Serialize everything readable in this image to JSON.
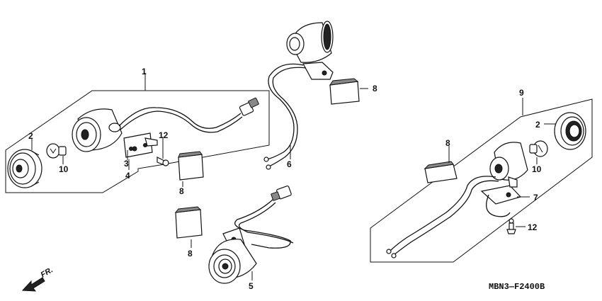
{
  "callouts": {
    "left_assembly": "1",
    "left_lens": "2",
    "left_screw_a": "3",
    "left_stay": "4",
    "left_pad": "8",
    "left_bulb": "10",
    "left_screw_b": "12",
    "front_right_winker": "6",
    "front_right_pad": "8",
    "front_left_winker": "5",
    "front_left_pad": "8",
    "right_assembly": "9",
    "right_lens": "2",
    "right_pad": "8",
    "right_bulb": "10",
    "right_stay": "7",
    "right_screw": "12"
  },
  "direction_label": "FR.",
  "diagram_code": "MBN3—F2400B"
}
